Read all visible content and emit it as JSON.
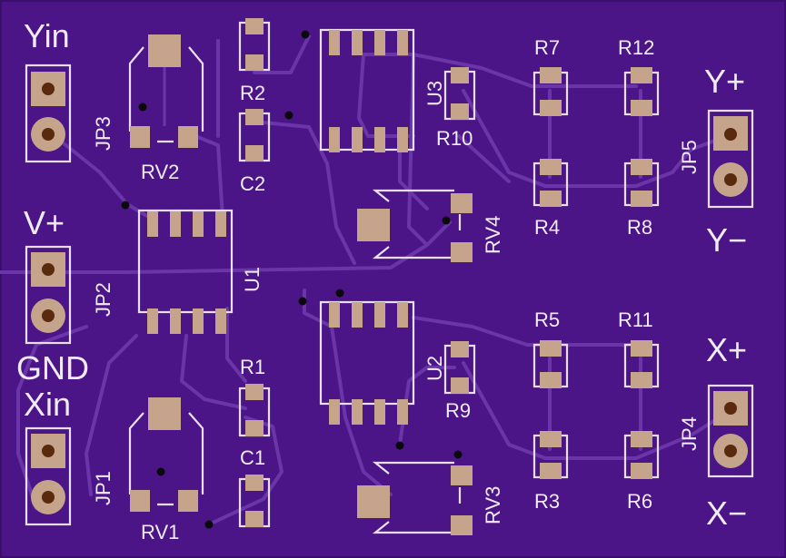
{
  "board": {
    "background_color": "#4b1587",
    "trace_color": "#6a35a8",
    "pad_color": "#c6a48c",
    "silk_color": "#e8e0f0"
  },
  "labels": {
    "yin": "Yin",
    "vplus": "V+",
    "gnd": "GND",
    "xin": "Xin",
    "yplus": "Y+",
    "yminus": "Y−",
    "xplus": "X+",
    "xminus": "X−"
  },
  "refs": {
    "jp1": "JP1",
    "jp2": "JP2",
    "jp3": "JP3",
    "jp4": "JP4",
    "jp5": "JP5",
    "rv1": "RV1",
    "rv2": "RV2",
    "rv3": "RV3",
    "rv4": "RV4",
    "u1": "U1",
    "u2": "U2",
    "u3": "U3",
    "r1": "R1",
    "r2": "R2",
    "r3": "R3",
    "r4": "R4",
    "r5": "R5",
    "r6": "R6",
    "r7": "R7",
    "r8": "R8",
    "r9": "R9",
    "r10": "R10",
    "r11": "R11",
    "r12": "R12",
    "c1": "C1",
    "c2": "C2"
  }
}
